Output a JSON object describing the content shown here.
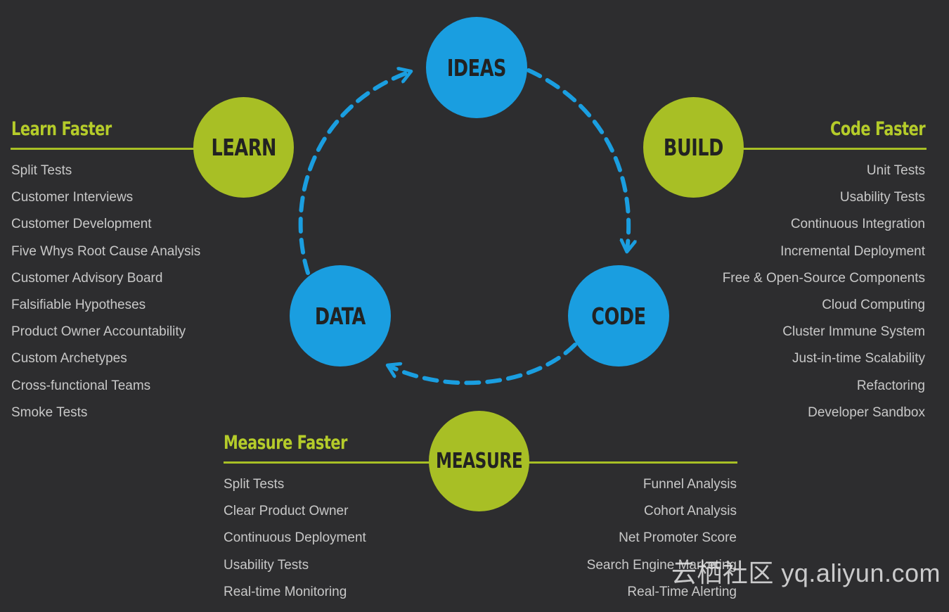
{
  "cycle_nodes": {
    "ideas": "IDEAS",
    "code": "CODE",
    "data": "DATA"
  },
  "stage_nodes": {
    "learn": "LEARN",
    "build": "BUILD",
    "measure": "MEASURE"
  },
  "learn_panel": {
    "title": "Learn Faster",
    "items": [
      "Split Tests",
      "Customer Interviews",
      "Customer Development",
      "Five Whys Root Cause Analysis",
      "Customer Advisory Board",
      "Falsifiable Hypotheses",
      "Product Owner Accountability",
      "Custom Archetypes",
      "Cross-functional Teams",
      "Smoke Tests"
    ]
  },
  "code_panel": {
    "title": "Code Faster",
    "items": [
      "Unit Tests",
      "Usability Tests",
      "Continuous Integration",
      "Incremental Deployment",
      "Free & Open-Source Components",
      "Cloud Computing",
      "Cluster Immune System",
      "Just-in-time Scalability",
      "Refactoring",
      "Developer Sandbox"
    ]
  },
  "measure_panel": {
    "title": "Measure Faster",
    "left_items": [
      "Split Tests",
      "Clear Product Owner",
      "Continuous Deployment",
      "Usability Tests",
      "Real-time Monitoring"
    ],
    "right_items": [
      "Funnel Analysis",
      "Cohort Analysis",
      "Net Promoter Score",
      "Search Engine Marketing",
      "Real-Time Alerting"
    ]
  },
  "watermark": "云栖社区 yq.aliyun.com",
  "colors": {
    "background": "#2d2d2f",
    "cycle_blue": "#1a9ee0",
    "accent_green": "#a8bf25",
    "item_text": "#c8c8c8"
  }
}
